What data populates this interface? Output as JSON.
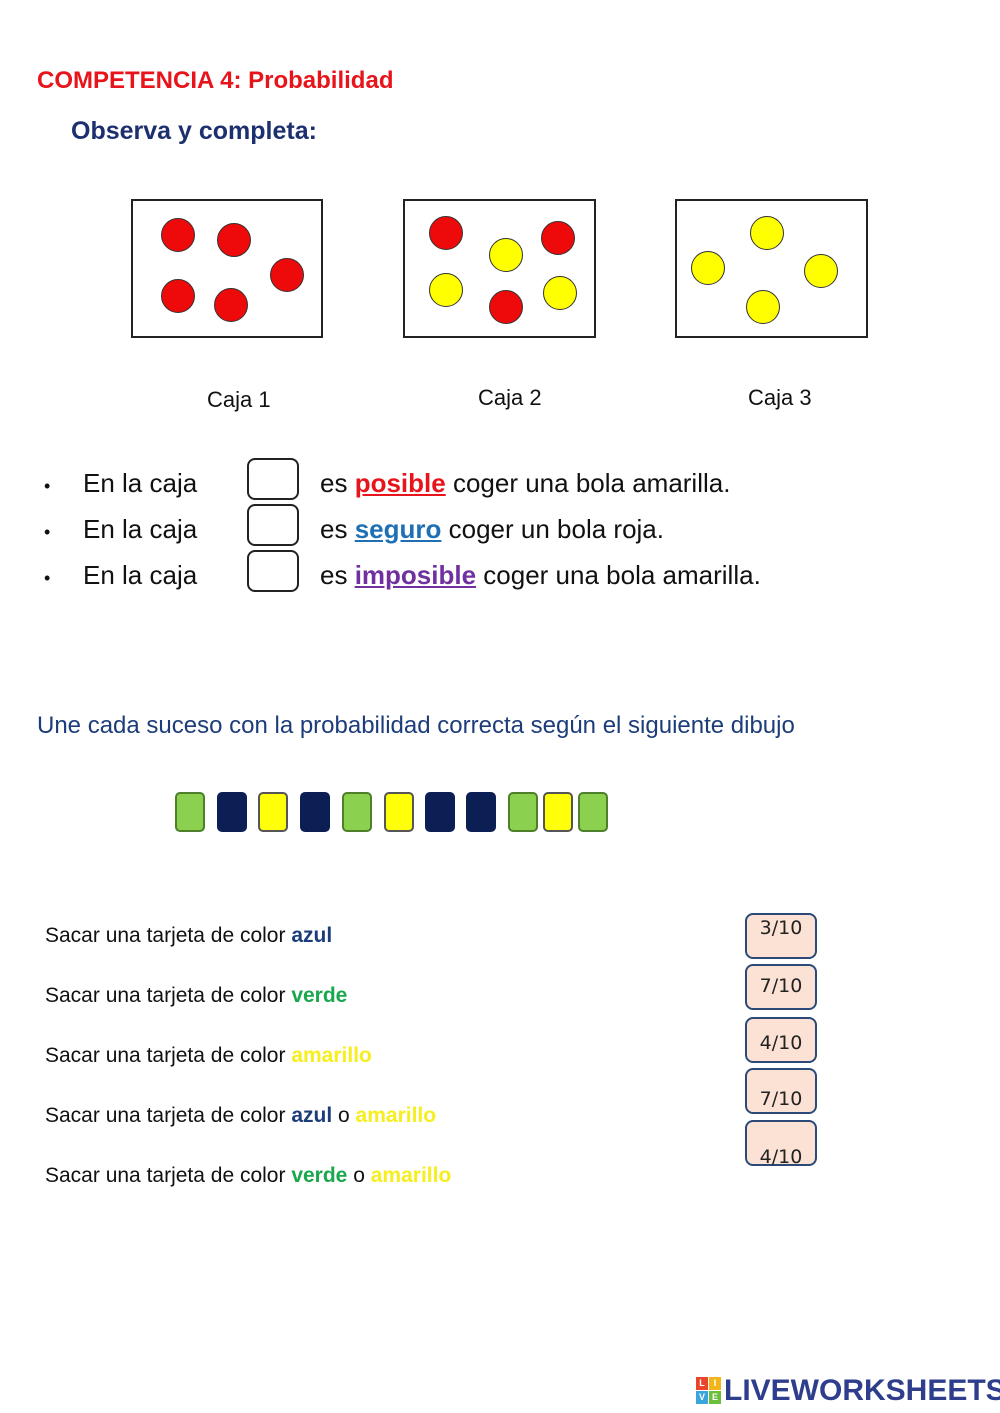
{
  "header": {
    "title": "COMPETENCIA 4: Probabilidad",
    "subtitle": "Observa y completa:"
  },
  "boxes": [
    {
      "label": "Caja 1",
      "balls": [
        "red",
        "red",
        "red",
        "red",
        "red"
      ]
    },
    {
      "label": "Caja 2",
      "balls": [
        "red",
        "yellow",
        "red",
        "yellow",
        "red",
        "yellow"
      ]
    },
    {
      "label": "Caja 3",
      "balls": [
        "yellow",
        "yellow",
        "yellow",
        "yellow"
      ]
    }
  ],
  "statements": [
    {
      "lead": "En la caja",
      "pre": "es",
      "keyword": "posible",
      "post": "coger una bola amarilla."
    },
    {
      "lead": "En la caja",
      "pre": "es",
      "keyword": "seguro",
      "post": "coger un bola roja."
    },
    {
      "lead": "En la caja",
      "pre": "es",
      "keyword": "imposible",
      "post": "coger una bola amarilla."
    }
  ],
  "bullet_symbol": "•",
  "section2": {
    "instruction": "Une cada suceso con la probabilidad correcta según el siguiente dibujo",
    "cards": [
      "green",
      "navy",
      "yellow",
      "navy",
      "green",
      "yellow",
      "navy",
      "navy",
      "green",
      "yellow",
      "green"
    ]
  },
  "events": {
    "prefix": "Sacar una tarjeta de color",
    "connector": "o",
    "e1": {
      "c1": "azul"
    },
    "e2": {
      "c1": "verde"
    },
    "e3": {
      "c1": "amarillo"
    },
    "e4": {
      "c1": "azul",
      "c2": "amarillo"
    },
    "e5": {
      "c1": "verde",
      "c2": "amarillo"
    }
  },
  "probabilities": [
    "3/10",
    "7/10",
    "4/10",
    "7/10",
    "4/10"
  ],
  "colors": {
    "red_ball": "#ee0a0a",
    "yellow_ball": "#ffff00",
    "green_card": "#8bd14f",
    "navy_card": "#0c1f55",
    "yellow_card": "#ffff0a",
    "prob_fill": "#fbe2d5"
  },
  "logo": {
    "text": "LIVEWORKSHEETS",
    "icon": "liveworksheets-logo-icon"
  }
}
